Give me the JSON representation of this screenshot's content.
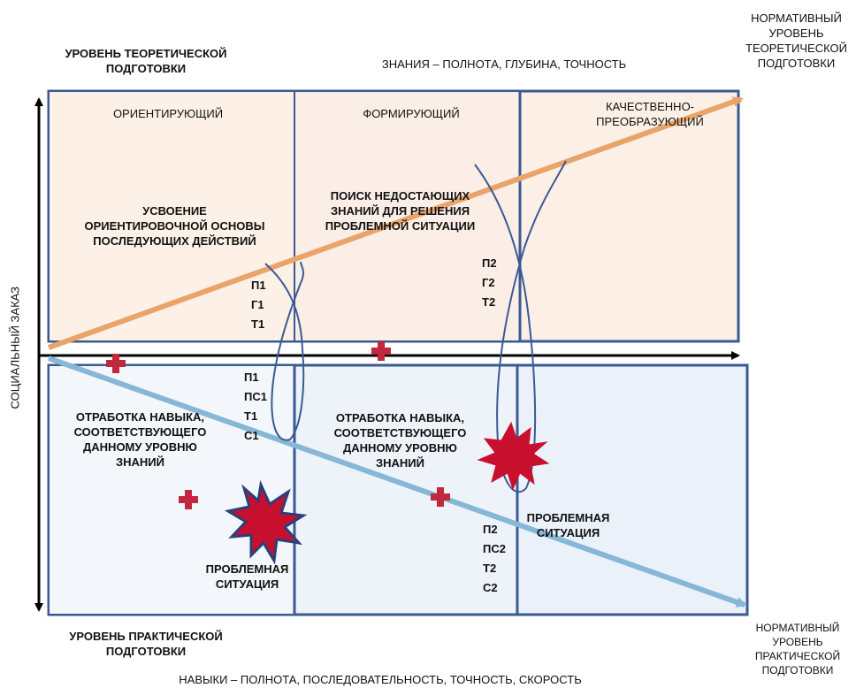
{
  "top_left_label": "УРОВЕНЬ ТЕОРЕТИЧЕСКОЙ ПОДГОТОВКИ",
  "top_center_label": "ЗНАНИЯ – ПОЛНОТА, ГЛУБИНА, ТОЧНОСТЬ",
  "top_right_label": "НОРМАТИВНЫЙ УРОВЕНЬ ТЕОРЕТИЧЕСКОЙ ПОДГОТОВКИ",
  "left_axis_label": "СОЦИАЛЬНЫЙ ЗАКАЗ",
  "bottom_left_label": "УРОВЕНЬ ПРАКТИЧЕСКОЙ ПОДГОТОВКИ",
  "bottom_center_label": "НАВЫКИ – ПОЛНОТА, ПОСЛЕДОВАТЕЛЬНОСТЬ, ТОЧНОСТЬ, СКОРОСТЬ",
  "bottom_right_label": "НОРМАТИВНЫЙ УРОВЕНЬ ПРАКТИЧЕСКОЙ ПОДГОТОВКИ",
  "stages": {
    "s1": "ОРИЕНТИРУЮЩИЙ",
    "s2": "ФОРМИРУЮЩИЙ",
    "s3": "КАЧЕСТВЕННО-ПРЕОБРАЗУЮЩИЙ"
  },
  "theory": {
    "t1": "УСВОЕНИЕ ОРИЕНТИРОВОЧНОЙ ОСНОВЫ ПОСЛЕДУЮЩИХ ДЕЙСТВИЙ",
    "t2": "ПОИСК НЕДОСТАЮЩИХ ЗНАНИЙ ДЛЯ РЕШЕНИЯ ПРОБЛЕМНОЙ СИТУАЦИИ"
  },
  "practice": {
    "p1": "ОТРАБОТКА НАВЫКА, СООТВЕТСТВУЮЩЕГО ДАННОМУ УРОВНЮ ЗНАНИЙ",
    "p2": "ОТРАБОТКА НАВЫКА, СООТВЕТСТВУЮЩЕГО ДАННОМУ УРОВНЮ ЗНАНИЙ"
  },
  "problem_1": "ПРОБЛЕМНАЯ СИТУАЦИЯ",
  "problem_2": "ПРОБЛЕМНАЯ СИТУАЦИЯ",
  "codes_upper_1": [
    "П1",
    "Г1",
    "Т1"
  ],
  "codes_lower_1": [
    "П1",
    "ПС1",
    "Т1",
    "С1"
  ],
  "codes_upper_2": [
    "П2",
    "Г2",
    "Т2"
  ],
  "codes_lower_2": [
    "П2",
    "ПС2",
    "Т2",
    "С2"
  ],
  "colors": {
    "frame": "#3a5a93",
    "upper_fill": "#fdf1e7",
    "lower_fill": "#eef3fa",
    "theory_arrow": "#e9a46a",
    "practice_arrow": "#86b7d6",
    "loop_line": "#3a5a93",
    "plus": "#c0283d",
    "star": "#c8102e"
  }
}
